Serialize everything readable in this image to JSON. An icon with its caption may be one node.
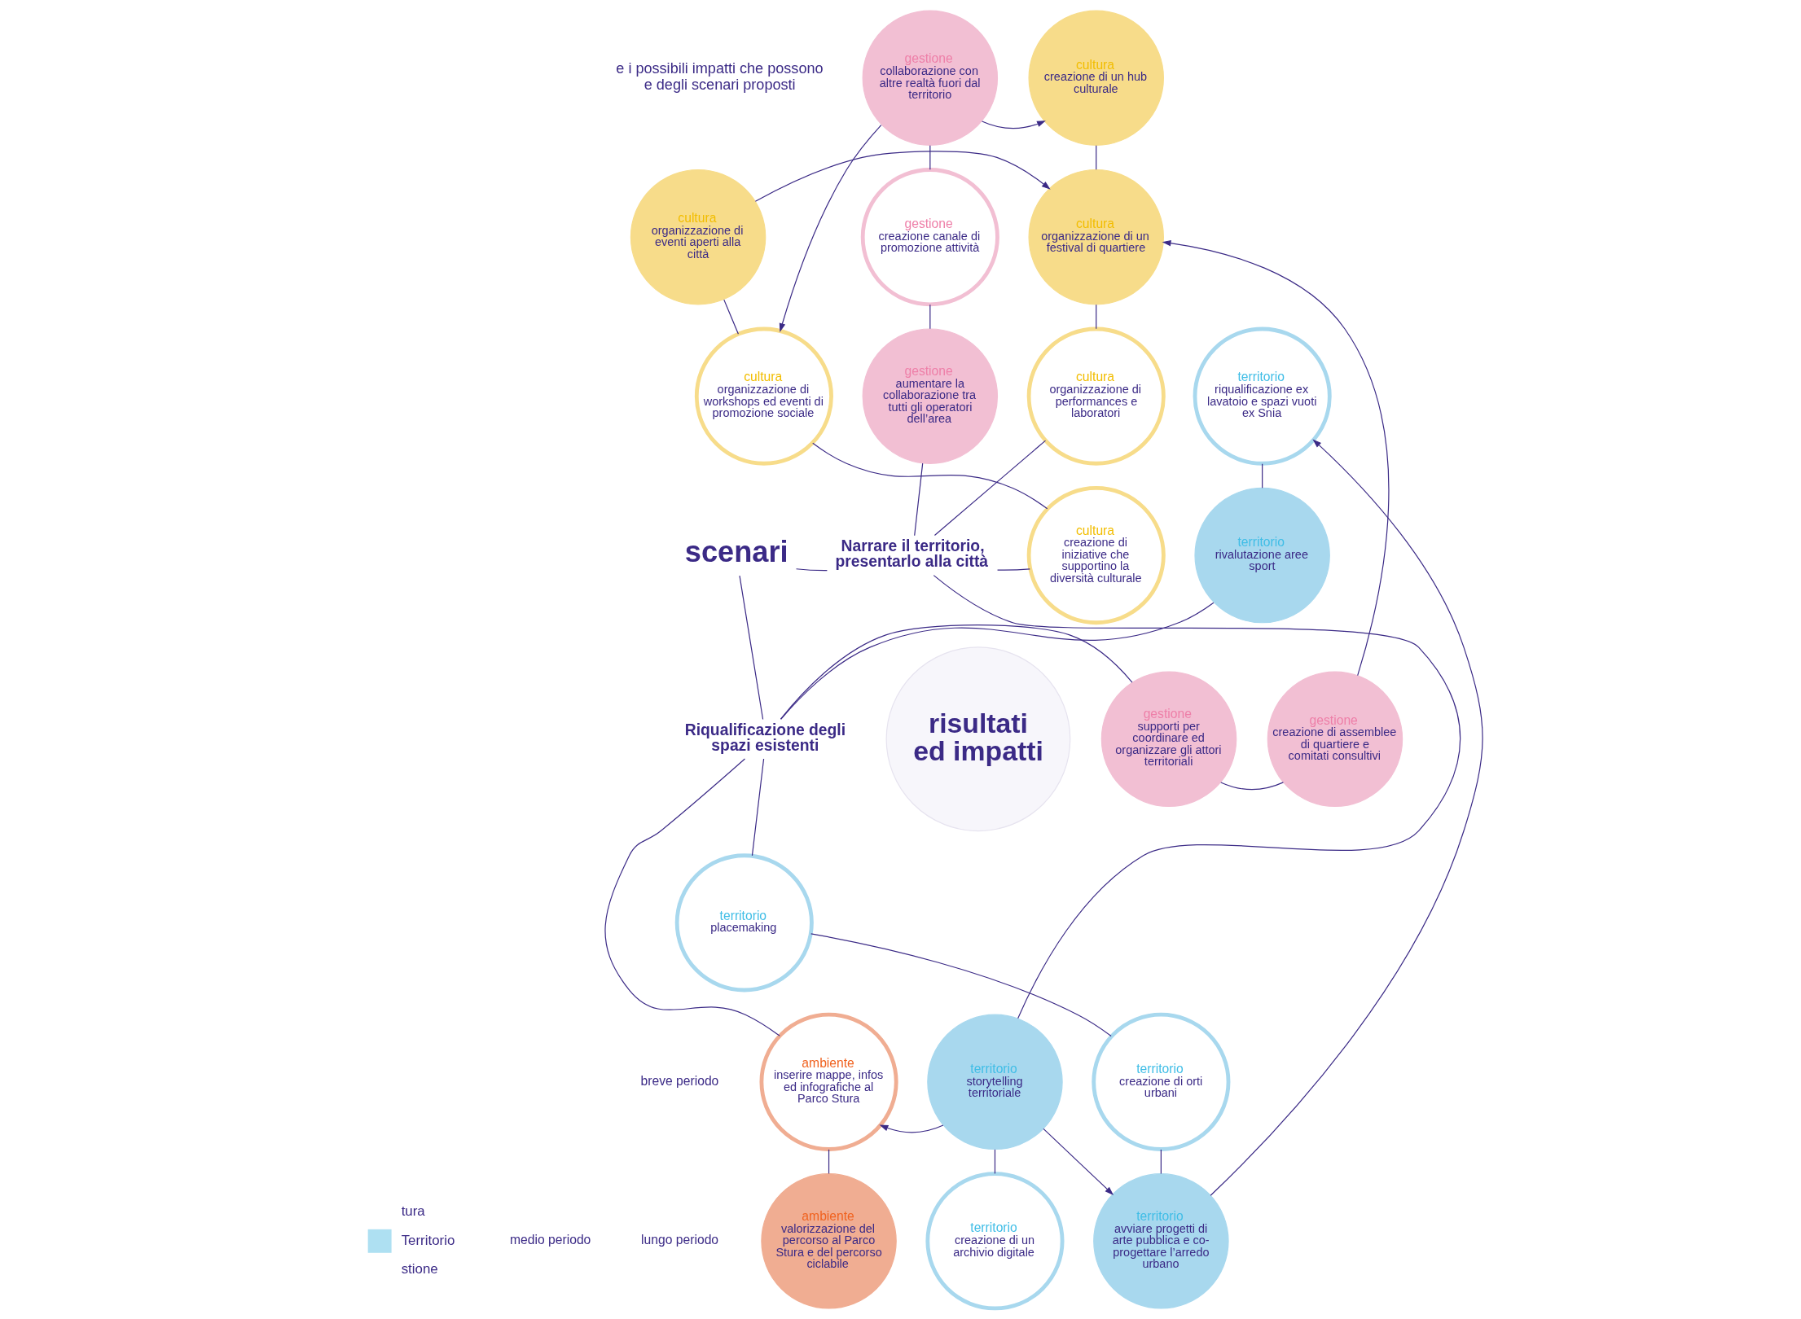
{
  "diagram": {
    "nodes": [
      {
        "text": [
          "scenari"
        ]
      },
      {
        "text": [
          "Narrare il territorio, presentarlo alla città"
        ]
      },
      {
        "text": [
          "Riqualificazione degli spazi esistenti"
        ]
      },
      {
        "text": [
          "risultati ed impatti"
        ]
      },
      {
        "text": [
          "gestione collaborazione con altre realtà fuori dal territorio"
        ]
      },
      {
        "text": [
          "cultura creazione di un hub culturale"
        ]
      },
      {
        "text": [
          "cultura organizzazione di eventi aperti alla città"
        ]
      },
      {
        "text": [
          "gestione creazione canale di promozione attività"
        ]
      },
      {
        "text": [
          "cultura organizzazione di un festival di quartiere"
        ]
      },
      {
        "text": [
          "cultura organizzazione di workshops ed eventi di promozione sociale"
        ]
      },
      {
        "text": [
          "gestione aumentare la collaborazione tra tutti gli operatori dell’area"
        ]
      },
      {
        "text": [
          "cultura organizzazione di performances e laboratori"
        ]
      },
      {
        "text": [
          "territorio riqualificazione ex lavatoio e spazi vuoti ex Snia"
        ]
      },
      {
        "text": [
          "cultura creazione di iniziative che supportino la diversità culturale"
        ]
      },
      {
        "text": [
          "territorio rivalutazione aree sport"
        ]
      },
      {
        "text": [
          "gestione supporti per coordinare ed organizzare gli attori territoriali"
        ]
      },
      {
        "text": [
          "gestione creazione di assemblee di quartiere e comitati consultivi"
        ]
      },
      {
        "text": [
          "territorio placemaking"
        ]
      },
      {
        "text": [
          "ambiente inserire mappe, infos ed infografiche al Parco Stura"
        ]
      },
      {
        "text": [
          "territorio storytelling territoriale"
        ]
      },
      {
        "text": [
          "territorio creazione di orti urbani"
        ]
      },
      {
        "text": [
          "ambiente valorizzazione del percorso al Parco Stura e del percorso ciclabile"
        ]
      },
      {
        "text": [
          "territorio creazione di un archivio digitale"
        ]
      },
      {
        "text": [
          "territorio avviare progetti di arte pubblica e co-progettare l’arredo urbano"
        ]
      }
    ],
    "edges": [
      {
        "from": 0,
        "to": 1,
        "arrow": "none"
      },
      {
        "from": 0,
        "to": 2,
        "arrow": "none"
      },
      {
        "from": 1,
        "to": 13,
        "arrow": "none"
      },
      {
        "from": 1,
        "to": 10,
        "arrow": "none"
      },
      {
        "from": 1,
        "to": 11,
        "arrow": "none"
      },
      {
        "from": 1,
        "to": 19,
        "arrow": "none"
      },
      {
        "from": 2,
        "to": 14,
        "arrow": "none"
      },
      {
        "from": 2,
        "to": 15,
        "arrow": "none"
      },
      {
        "from": 2,
        "to": 17,
        "arrow": "none"
      },
      {
        "from": 2,
        "to": 18,
        "arrow": "none"
      },
      {
        "from": 4,
        "to": 5,
        "arrow": "to"
      },
      {
        "from": 4,
        "to": 9,
        "arrow": "to"
      },
      {
        "from": 6,
        "to": 8,
        "arrow": "to"
      },
      {
        "from": 16,
        "to": 8,
        "arrow": "to"
      },
      {
        "from": 23,
        "to": 12,
        "arrow": "to"
      },
      {
        "from": 19,
        "to": 18,
        "arrow": "to"
      },
      {
        "from": 19,
        "to": 23,
        "arrow": "to"
      },
      {
        "from": 4,
        "to": 7,
        "arrow": "none"
      },
      {
        "from": 7,
        "to": 10,
        "arrow": "none"
      },
      {
        "from": 5,
        "to": 8,
        "arrow": "none"
      },
      {
        "from": 8,
        "to": 11,
        "arrow": "none"
      },
      {
        "from": 6,
        "to": 9,
        "arrow": "none"
      },
      {
        "from": 9,
        "to": 13,
        "arrow": "none"
      },
      {
        "from": 15,
        "to": 16,
        "arrow": "none"
      },
      {
        "from": 12,
        "to": 14,
        "arrow": "none"
      },
      {
        "from": 17,
        "to": 20,
        "arrow": "none"
      },
      {
        "from": 20,
        "to": 23,
        "arrow": "none"
      },
      {
        "from": 19,
        "to": 22,
        "arrow": "none"
      },
      {
        "from": 18,
        "to": 21,
        "arrow": "none"
      }
    ],
    "labels": [
      "e i possibili impatti che possono e degli scenari proposti",
      "breve periodo",
      "medio periodo",
      "lungo periodo"
    ],
    "legend": [
      {
        "text": "tura"
      },
      {
        "text": "Territorio",
        "color": "#aee0f2"
      },
      {
        "text": "stione"
      }
    ]
  }
}
